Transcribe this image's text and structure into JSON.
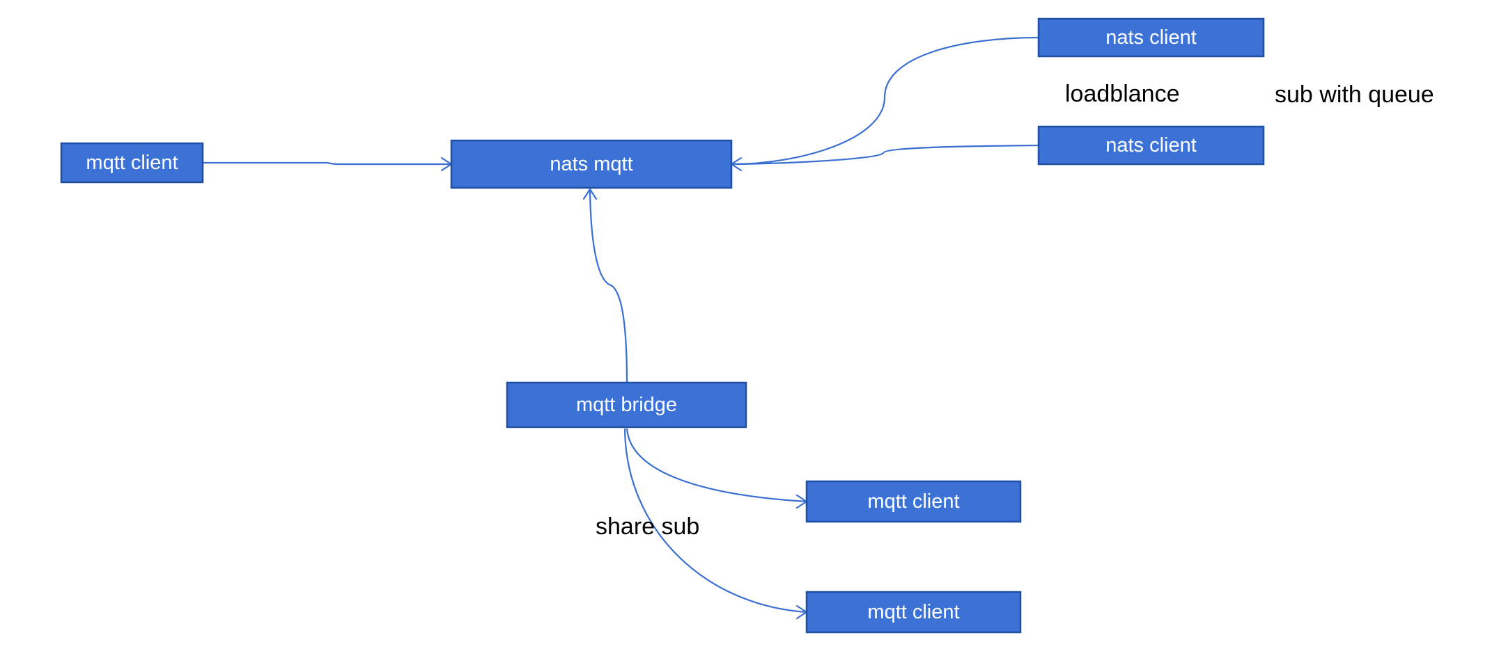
{
  "nodes": {
    "nats_mqtt": "nats mqtt",
    "mqtt_client_left": "mqtt client",
    "nats_client_top": "nats client",
    "nats_client_bottom": "nats client",
    "mqtt_bridge": "mqtt bridge",
    "mqtt_client_share_1": "mqtt client",
    "mqtt_client_share_2": "mqtt client"
  },
  "labels": {
    "loadbalance": "loadblance",
    "queue": "sub with queue",
    "share": "share sub"
  },
  "colors": {
    "node_fill": "#3c72d6",
    "node_border": "#1f4fa3",
    "edge": "#3a6fd2",
    "node_text": "#ffffff",
    "label_text": "#000000"
  }
}
